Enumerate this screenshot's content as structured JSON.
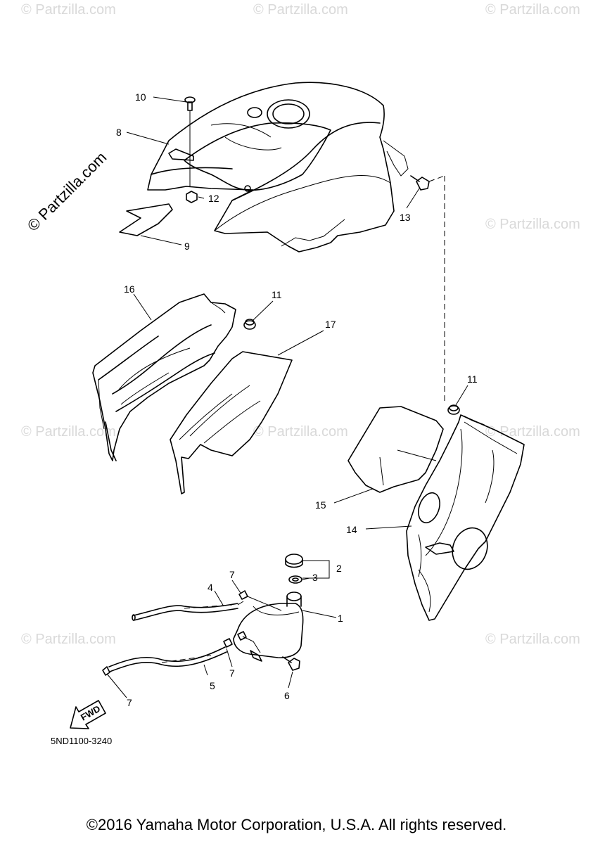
{
  "watermark": {
    "vertical": "© Partzilla.com",
    "faint": "© Partzilla.com"
  },
  "callouts": {
    "c1": "1",
    "c2": "2",
    "c3": "3",
    "c4": "4",
    "c5": "5",
    "c6": "6",
    "c7a": "7",
    "c7b": "7",
    "c7c": "7",
    "c8": "8",
    "c9": "9",
    "c10": "10",
    "c11a": "11",
    "c11b": "11",
    "c12": "12",
    "c13": "13",
    "c14": "14",
    "c15": "15",
    "c16": "16",
    "c17": "17"
  },
  "fwd_label": "FWD",
  "diagram_code": "5ND1100-3240",
  "copyright": "©2016 Yamaha Motor Corporation, U.S.A. All rights reserved."
}
